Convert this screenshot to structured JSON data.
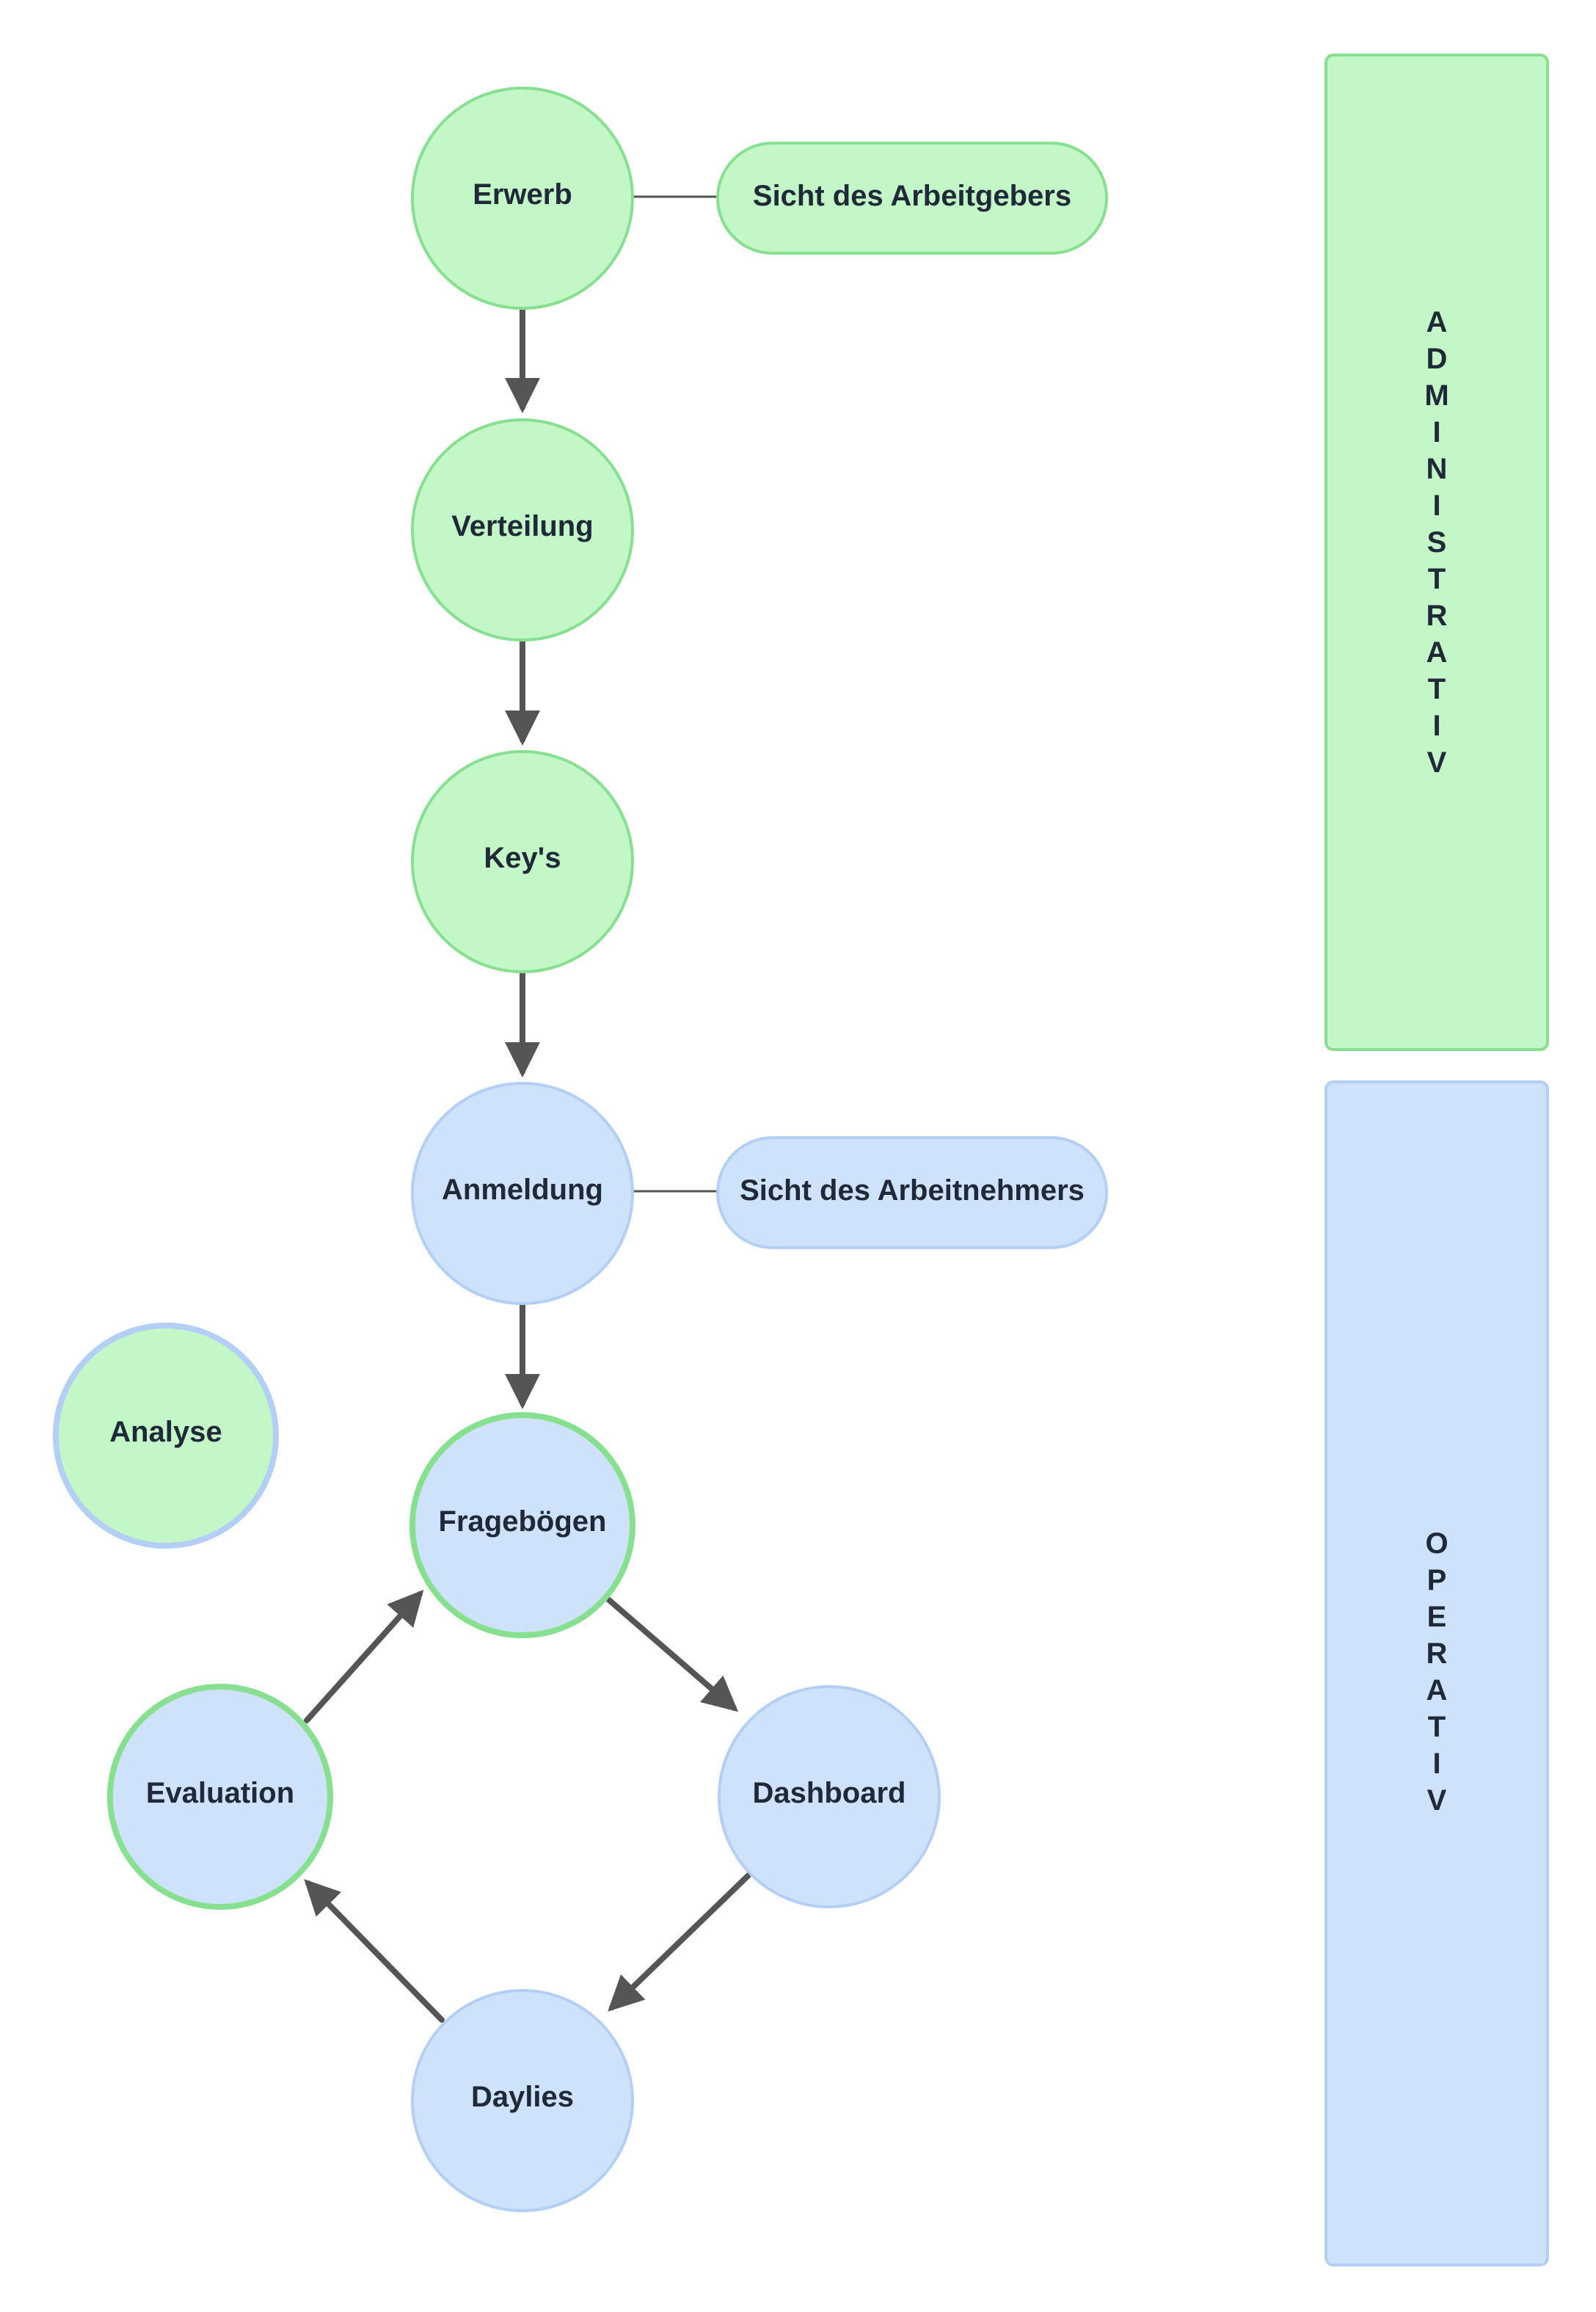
{
  "colors": {
    "green_fill": "#c3f7c8",
    "green_stroke": "#86e08f",
    "blue_fill": "#cfe2fc",
    "blue_stroke": "#b3cff5",
    "arrow": "#555555",
    "text": "#1f2937"
  },
  "nodes": {
    "erwerb": "Erwerb",
    "verteilung": "Verteilung",
    "keys": "Key's",
    "anmeldung": "Anmeldung",
    "frageboegen": "Fragebögen",
    "dashboard": "Dashboard",
    "daylies": "Daylies",
    "evaluation": "Evaluation",
    "analyse": "Analyse"
  },
  "labels": {
    "arbeitgeber": "Sicht des Arbeitgebers",
    "arbeitnehmer": "Sicht des Arbeitnehmers"
  },
  "bands": {
    "administrativ": "ADMINISTRATIV",
    "operativ": "OPERATIV"
  }
}
